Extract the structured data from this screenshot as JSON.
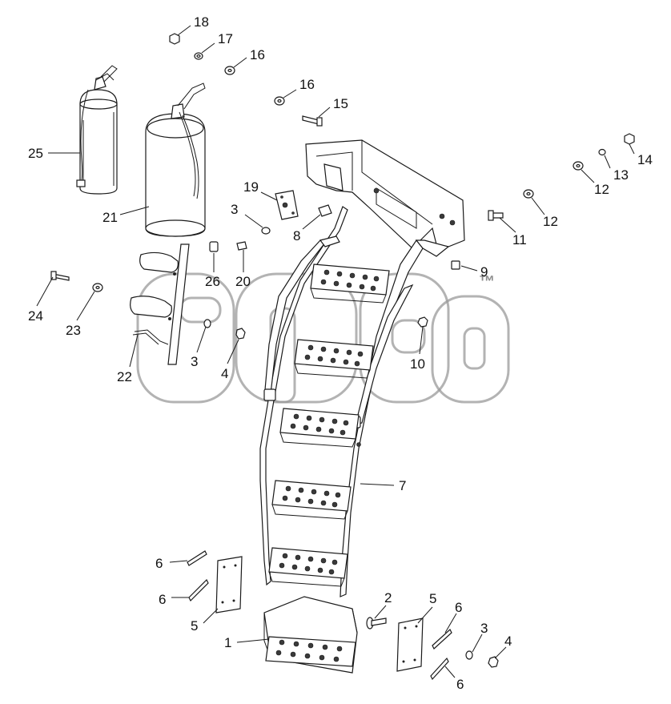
{
  "diagram": {
    "watermark_tm": "™",
    "corner_mark": "",
    "callouts": [
      {
        "id": "c18",
        "label": "18"
      },
      {
        "id": "c17",
        "label": "17"
      },
      {
        "id": "c16a",
        "label": "16"
      },
      {
        "id": "c16b",
        "label": "16"
      },
      {
        "id": "c15",
        "label": "15"
      },
      {
        "id": "c14",
        "label": "14"
      },
      {
        "id": "c13",
        "label": "13"
      },
      {
        "id": "c12a",
        "label": "12"
      },
      {
        "id": "c12b",
        "label": "12"
      },
      {
        "id": "c11",
        "label": "11"
      },
      {
        "id": "c25",
        "label": "25"
      },
      {
        "id": "c21",
        "label": "21"
      },
      {
        "id": "c19",
        "label": "19"
      },
      {
        "id": "c3a",
        "label": "3"
      },
      {
        "id": "c8",
        "label": "8"
      },
      {
        "id": "c9",
        "label": "9"
      },
      {
        "id": "c26",
        "label": "26"
      },
      {
        "id": "c20",
        "label": "20"
      },
      {
        "id": "c24",
        "label": "24"
      },
      {
        "id": "c23",
        "label": "23"
      },
      {
        "id": "c3b",
        "label": "3"
      },
      {
        "id": "c4a",
        "label": "4"
      },
      {
        "id": "c22",
        "label": "22"
      },
      {
        "id": "c10",
        "label": "10"
      },
      {
        "id": "c7",
        "label": "7"
      },
      {
        "id": "c6a",
        "label": "6"
      },
      {
        "id": "c6b",
        "label": "6"
      },
      {
        "id": "c5a",
        "label": "5"
      },
      {
        "id": "c1",
        "label": "1"
      },
      {
        "id": "c2",
        "label": "2"
      },
      {
        "id": "c5b",
        "label": "5"
      },
      {
        "id": "c6c",
        "label": "6"
      },
      {
        "id": "c3c",
        "label": "3"
      },
      {
        "id": "c4b",
        "label": "4"
      },
      {
        "id": "c6d",
        "label": "6"
      }
    ]
  }
}
